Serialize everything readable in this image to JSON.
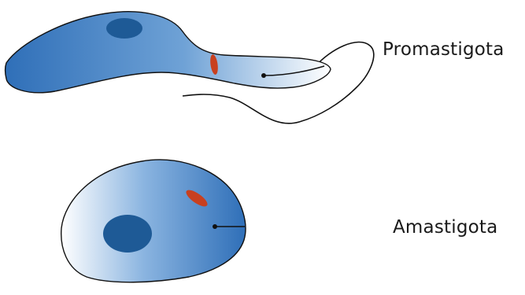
{
  "labels": {
    "promastigote": "Promastigota",
    "amastigote": "Amastigota"
  },
  "colors": {
    "body_blue_dark": "#2f6fb8",
    "body_blue_light": "#ffffff",
    "nucleus": "#1e5a96",
    "kinetoplast": "#c8401f",
    "outline": "#111111"
  },
  "structures": {
    "promastigote": [
      "body",
      "nucleus",
      "kinetoplast",
      "flagellar-pocket",
      "flagellum"
    ],
    "amastigote": [
      "body",
      "nucleus",
      "kinetoplast",
      "short-flagellum"
    ]
  }
}
